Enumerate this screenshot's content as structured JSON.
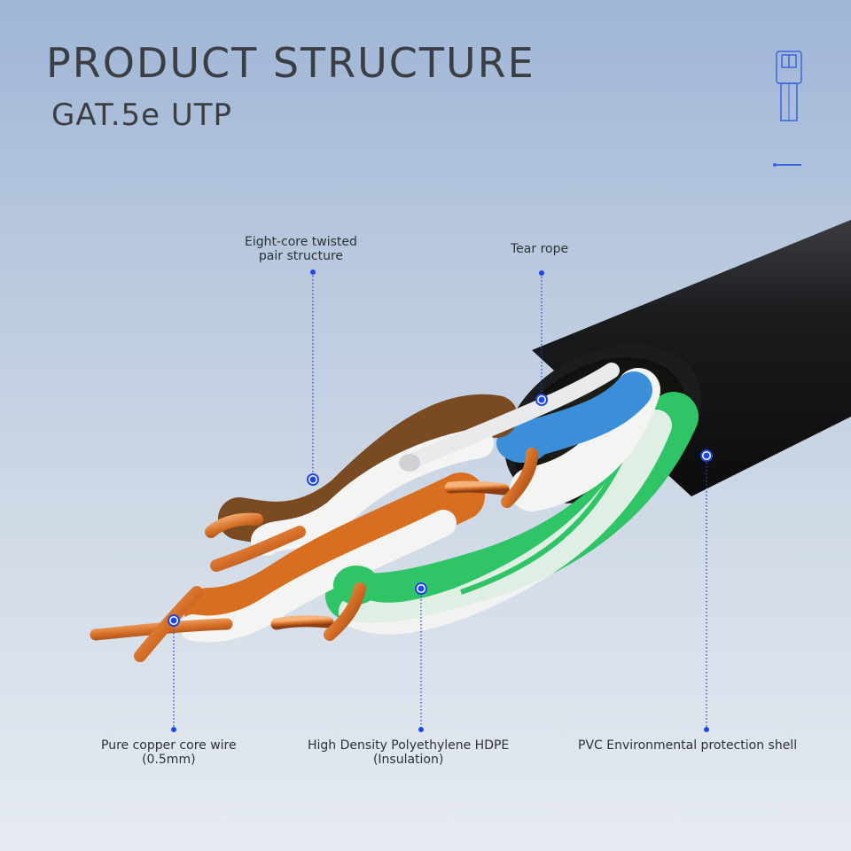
{
  "header": {
    "title": "PRODUCT STRUCTURE",
    "subtitle": "GAT.5e UTP"
  },
  "labels": {
    "eight_core": {
      "line1": "Eight-core twisted",
      "line2": "pair structure"
    },
    "tear_rope": {
      "line1": "Tear rope"
    },
    "copper": {
      "line1": "Pure copper core wire",
      "line2": "(0.5mm)"
    },
    "hdpe": {
      "line1": "High Density Polyethylene HDPE",
      "line2": "(Insulation)"
    },
    "pvc": {
      "line1": "PVC Environmental protection shell"
    }
  },
  "colors": {
    "leader": "#1f47e6",
    "jacket": "#151617",
    "copper": "#d9772f",
    "brown": "#7a4a22",
    "orange": "#d86e1f",
    "green": "#2fc466",
    "blue": "#3a8fd8",
    "white": "#f4f4f2"
  },
  "icons": {
    "connector": "rj45-connector-icon"
  }
}
